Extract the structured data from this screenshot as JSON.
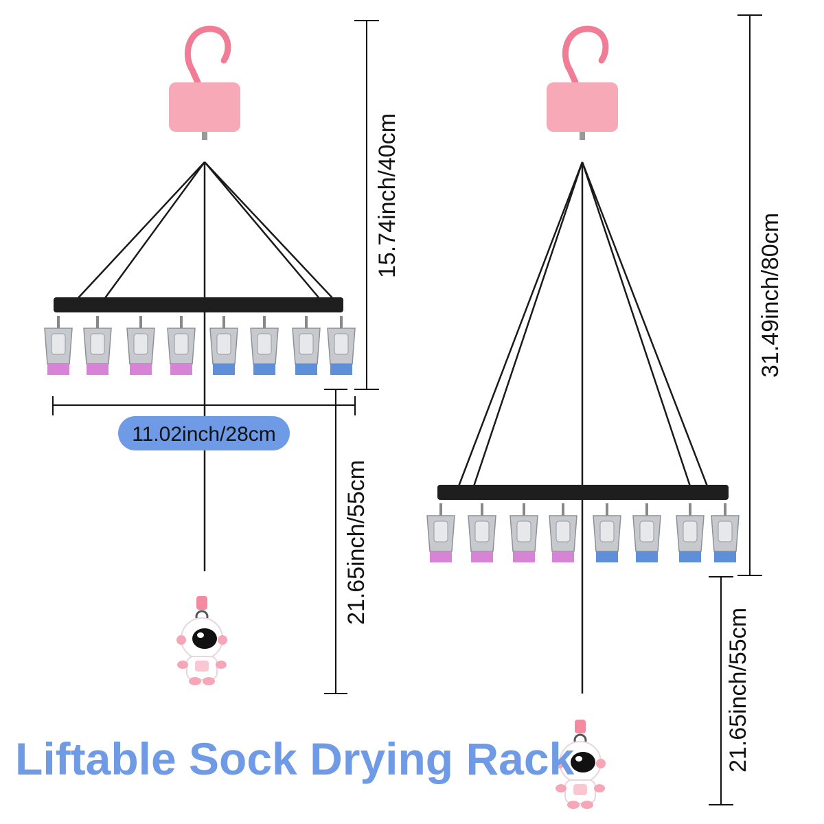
{
  "title": "Liftable Sock Drying Rack",
  "dimensions": {
    "width": "11.02inch/28cm",
    "left_hang_height": "15.74inch/40cm",
    "left_cord_length": "21.65inch/55cm",
    "right_hang_height": "31.49inch/80cm",
    "right_cord_length": "21.65inch/55cm"
  },
  "colors": {
    "title": "#6f9be6",
    "badge": "#6f9be6",
    "hook": "#f07d95",
    "box": "#f7a9b8",
    "rack": "#1e1e1e",
    "clip_metal": "#b9bcc2",
    "clip_pink": "#d783d6",
    "clip_blue": "#5f8fd8",
    "text": "#111111"
  },
  "rack_images": [
    {
      "name": "shortened-rack",
      "clip_count": 8,
      "pendant": "astronaut-weight"
    },
    {
      "name": "extended-rack",
      "clip_count": 8,
      "pendant": "astronaut-weight"
    }
  ]
}
